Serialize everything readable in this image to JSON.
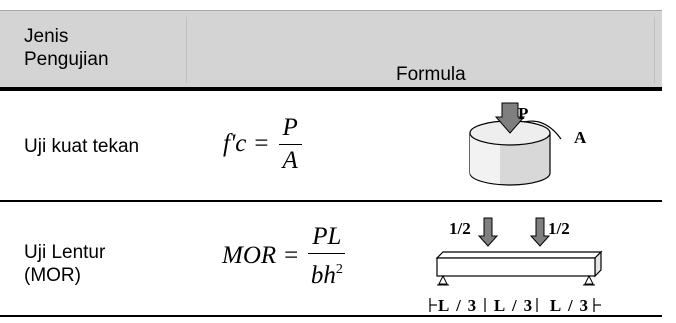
{
  "table": {
    "header": {
      "jenis": "Jenis\nPengujian",
      "formula": "Formula"
    },
    "rows": [
      {
        "label": "Uji kuat tekan",
        "formula_lhs": "f'c",
        "formula_num": "P",
        "formula_den": "A",
        "diagram_load": "P",
        "diagram_area": "A"
      },
      {
        "label": "Uji Lentur\n(MOR)",
        "formula_lhs": "MOR",
        "formula_num": "PL",
        "formula_den": "bh",
        "formula_den_exp": "2",
        "diagram_load_left": "1/2",
        "diagram_load_right": "1/2",
        "diagram_spans": "L/3 L/3 L/3"
      }
    ]
  }
}
